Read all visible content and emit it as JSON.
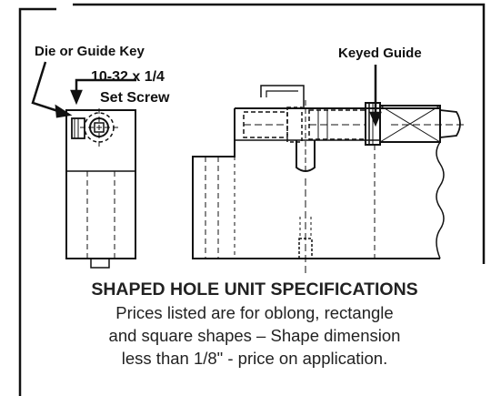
{
  "labels": {
    "die_key": "Die or Guide Key",
    "set_screw_line1": "10-32 x 1/4",
    "set_screw_line2": "Set Screw",
    "keyed_guide": "Keyed Guide"
  },
  "caption": {
    "title": "SHAPED HOLE UNIT SPECIFICATIONS",
    "lines": [
      "Prices listed are for oblong, rectangle",
      "and square shapes – Shape dimension",
      "less than 1/8\" - price on application."
    ]
  },
  "colors": {
    "ink": "#111111",
    "text": "#222222",
    "background": "#ffffff"
  }
}
